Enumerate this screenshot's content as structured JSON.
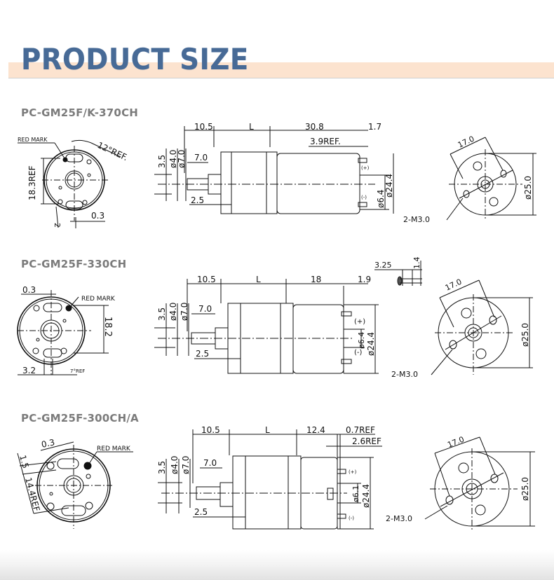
{
  "header": {
    "title": "PRODUCT SIZE",
    "band_color": "#fce3cf",
    "title_color": "#476a96"
  },
  "models": [
    {
      "name": "PC-GM25F/K-370CH",
      "front_view": {
        "red_mark_label": "RED MARK",
        "angle_label": "12°REF.",
        "height_label": "18.3REF",
        "offset_label": "0.3",
        "small_label": "2"
      },
      "side_view": {
        "dims": [
          "10.5",
          "L",
          "30.8",
          "1.7"
        ],
        "ref_label": "3.9REF.",
        "shaft": {
          "flat": "3.5",
          "shaft_dia": "ø4.0",
          "boss_dia": "ø7.0",
          "shaft_len": "7.0",
          "boss_len": "2.5"
        },
        "terminal_plus": "(+)",
        "terminal_minus": "(-)",
        "bearing_dia": "ø6.4",
        "body_dia": "ø24.4"
      },
      "rear_view": {
        "hole_spacing": "17.0",
        "outer_dia": "ø25.0",
        "holes_label": "2-M3.0"
      }
    },
    {
      "name": "PC-GM25F-330CH",
      "front_view": {
        "red_mark_label": "RED MARK",
        "offset_label": "0.3",
        "height_label": "18.2",
        "width_label": "3.2",
        "angle_label": "7°REF"
      },
      "side_view": {
        "dims": [
          "10.5",
          "L",
          "18",
          "1.9"
        ],
        "shaft": {
          "flat": "3.5",
          "shaft_dia": "ø4.0",
          "boss_dia": "ø7.0",
          "shaft_len": "7.0",
          "boss_len": "2.5"
        },
        "terminal_plus": "(+)",
        "terminal_minus": "(-)",
        "bearing_dia": "ø6.4",
        "body_dia": "ø24.4"
      },
      "terminal_detail": {
        "width": "3.25",
        "height": "1.4"
      },
      "rear_view": {
        "hole_spacing": "17.0",
        "outer_dia": "ø25.0",
        "holes_label": "2-M3.0"
      }
    },
    {
      "name": "PC-GM25F-300CH/A",
      "front_view": {
        "red_mark_label": "RED MARK",
        "offset_label": "0.3",
        "small_label": "1.5",
        "height_label": "14.4REF"
      },
      "side_view": {
        "dims": [
          "10.5",
          "L",
          "12.4",
          "0.7REF"
        ],
        "ref_label": "2.6REF",
        "shaft": {
          "flat": "3.5",
          "shaft_dia": "ø4.0",
          "boss_dia": "ø7.0",
          "shaft_len": "7.0",
          "boss_len": "2.5"
        },
        "terminal_plus": "(+)",
        "terminal_minus": "(-)",
        "bearing_dia": "ø6.1",
        "body_dia": "ø24.4"
      },
      "rear_view": {
        "hole_spacing": "17.0",
        "outer_dia": "ø25.0",
        "holes_label": "2-M3.0"
      }
    }
  ]
}
